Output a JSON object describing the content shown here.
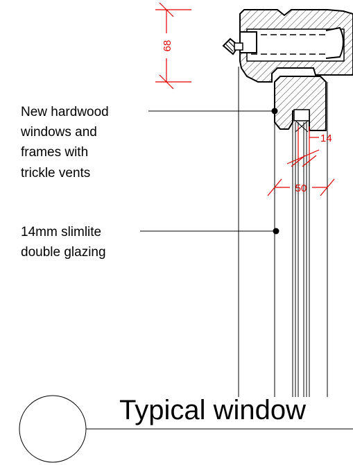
{
  "annotations": {
    "windows": [
      "New hardwood",
      "windows and",
      "frames with",
      "trickle vents"
    ],
    "glazing": [
      "14mm slimlite",
      "double glazing"
    ]
  },
  "dimensions": {
    "head": "68",
    "glass": "14",
    "frame": "50"
  },
  "drawing_title": "Typical window",
  "colors": {
    "dimension": "#e00000",
    "line": "#000000"
  }
}
